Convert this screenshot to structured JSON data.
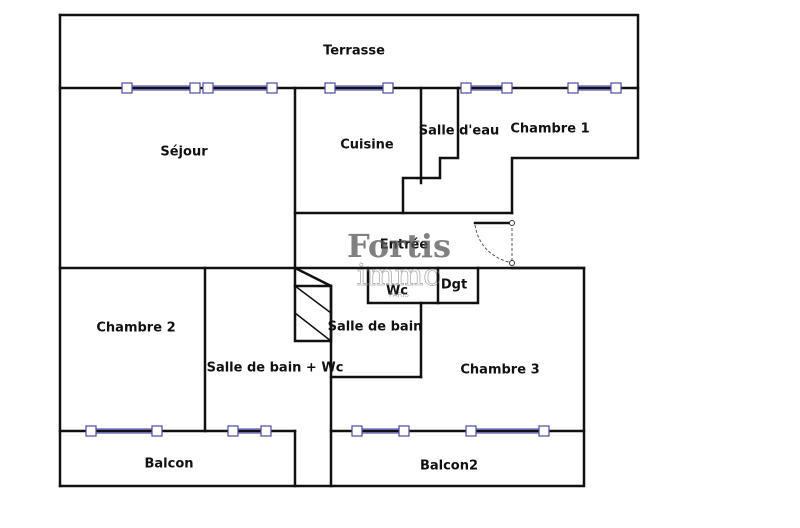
{
  "rooms": {
    "terrasse": "Terrasse",
    "sejour": "Séjour",
    "cuisine": "Cuisine",
    "salle_eau": "Salle d'eau",
    "chambre1": "Chambre 1",
    "entree": "Entrée",
    "wc": "Wc",
    "dgt": "Dgt",
    "chambre2": "Chambre 2",
    "salle_bain_wc": "Salle de bain + Wc",
    "salle_bain": "Salle de bain",
    "chambre3": "Chambre 3",
    "balcon": "Balcon",
    "balcon2": "Balcon2"
  },
  "watermark": {
    "brand": "Fortis",
    "brand_sub": "immo",
    "tagline": "PARIS"
  },
  "colors": {
    "walls": "#111111",
    "windows": "#5a5ab8",
    "watermark": "#555555"
  }
}
